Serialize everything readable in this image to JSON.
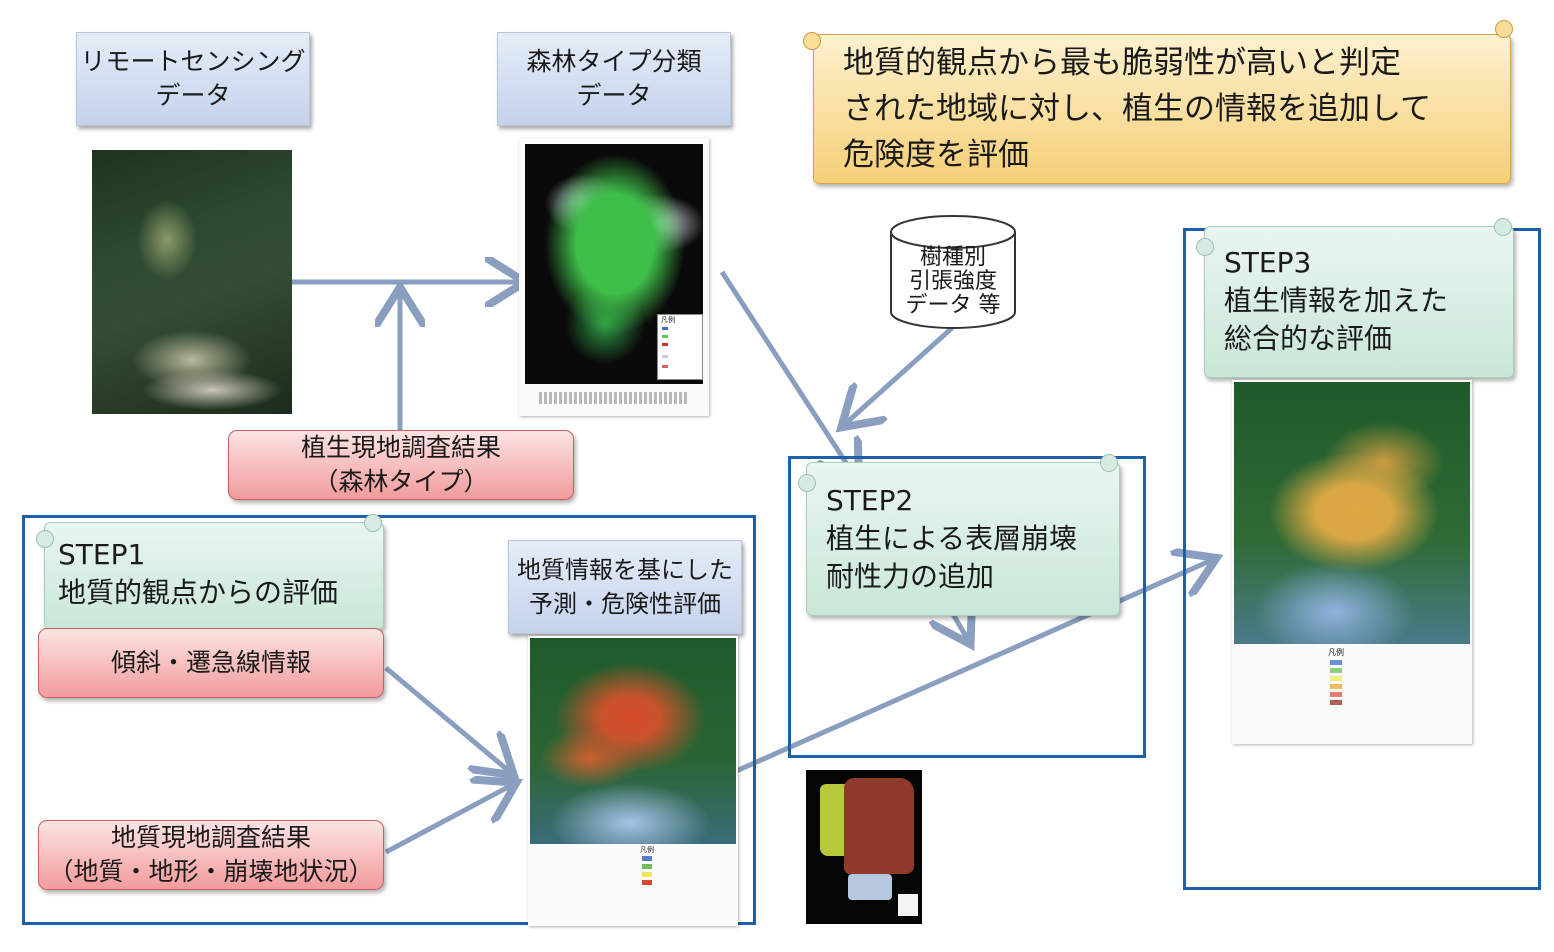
{
  "boxes": {
    "remote_sensing": [
      "リモートセンシング",
      "データ"
    ],
    "forest_type": [
      "森林タイプ分類",
      "データ"
    ],
    "prediction": [
      "地質情報を基にした",
      "予測・危険性評価"
    ]
  },
  "red_boxes": {
    "vegetation_survey": [
      "植生現地調査結果",
      "（森林タイプ）"
    ],
    "slope": [
      "傾斜・遷急線情報"
    ],
    "geology_survey": [
      "地質現地調査結果",
      "（地質・地形・崩壊地状況）"
    ]
  },
  "banner": [
    "地質的観点から最も脆弱性が高いと判定",
    "された地域に対し、植生の情報を追加して",
    "危険度を評価"
  ],
  "database": [
    "樹種別",
    "引張強度",
    "データ 等"
  ],
  "steps": {
    "step1": {
      "title": "STEP1",
      "lines": [
        "地質的観点からの評価"
      ]
    },
    "step2": {
      "title": "STEP2",
      "lines": [
        "植生による表層崩壊",
        "耐性力の追加"
      ]
    },
    "step3": {
      "title": "STEP3",
      "lines": [
        "植生情報を加えた",
        "総合的な評価"
      ]
    }
  },
  "map_legend": {
    "title": "凡例"
  },
  "colors": {
    "frame": "#1f5fa8",
    "arrow": "#8a9ec0",
    "orange_map": "#e8a040",
    "red_map": "#d84a2a"
  }
}
